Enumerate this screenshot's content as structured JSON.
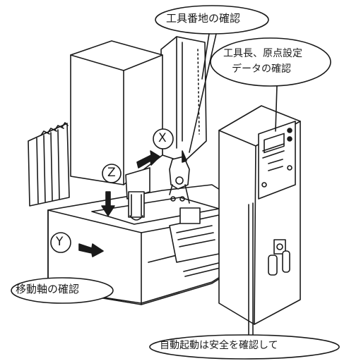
{
  "callouts": {
    "tool_address": "工具番地の確認",
    "tool_length_line1": "工具長、原点設定",
    "tool_length_line2": "データの確認",
    "move_axis": "移動軸の確認",
    "auto_start": "自動起動は安全を確認して"
  },
  "axes": {
    "x": "X",
    "y": "Y",
    "z": "Z"
  },
  "colors": {
    "ink": "#1a1a1a",
    "paper": "#ffffff",
    "shade": "#bdbdbd"
  }
}
